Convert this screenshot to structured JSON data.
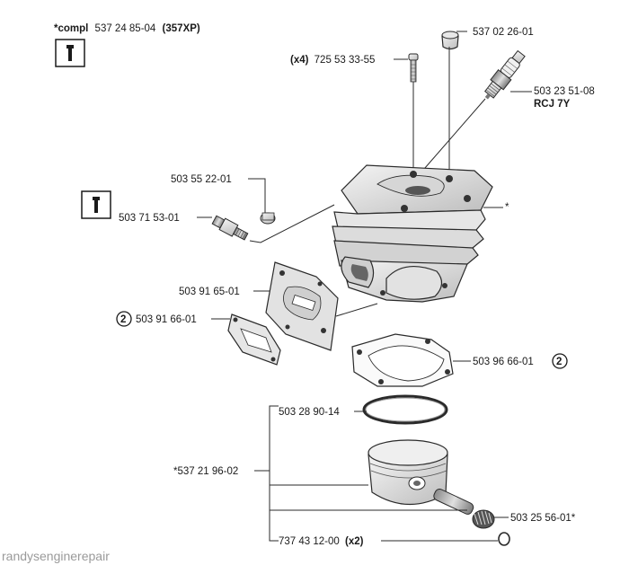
{
  "header": {
    "compl_prefix": "*compl",
    "compl_number": "537 24 85-04",
    "compl_model": "(357XP)"
  },
  "labels": {
    "plug_cap": "537 02 26-01",
    "screw_qty": "(x4)",
    "screw": "725 53 33-55",
    "spark_plug": "503 23 51-08",
    "spark_plug_type": "RCJ 7Y",
    "valve_cap": "503 55 22-01",
    "decomp_valve": "503 71 53-01",
    "cylinder_mark": "*",
    "gasket_plate": "503 91 65-01",
    "gasket_badge": "2",
    "gasket_small": "503 91 66-01",
    "base_gasket": "503 96 66-01",
    "base_gasket_badge": "2",
    "piston_ring": "503 28 90-14",
    "piston_kit": "*537 21 96-02",
    "needle_bearing": "503 25 56-01*",
    "circlip": "737 43 12-00",
    "circlip_qty": "(x2)"
  },
  "icons": [
    "wrench-icon",
    "wrench-icon"
  ],
  "watermark": "randysenginerepair"
}
